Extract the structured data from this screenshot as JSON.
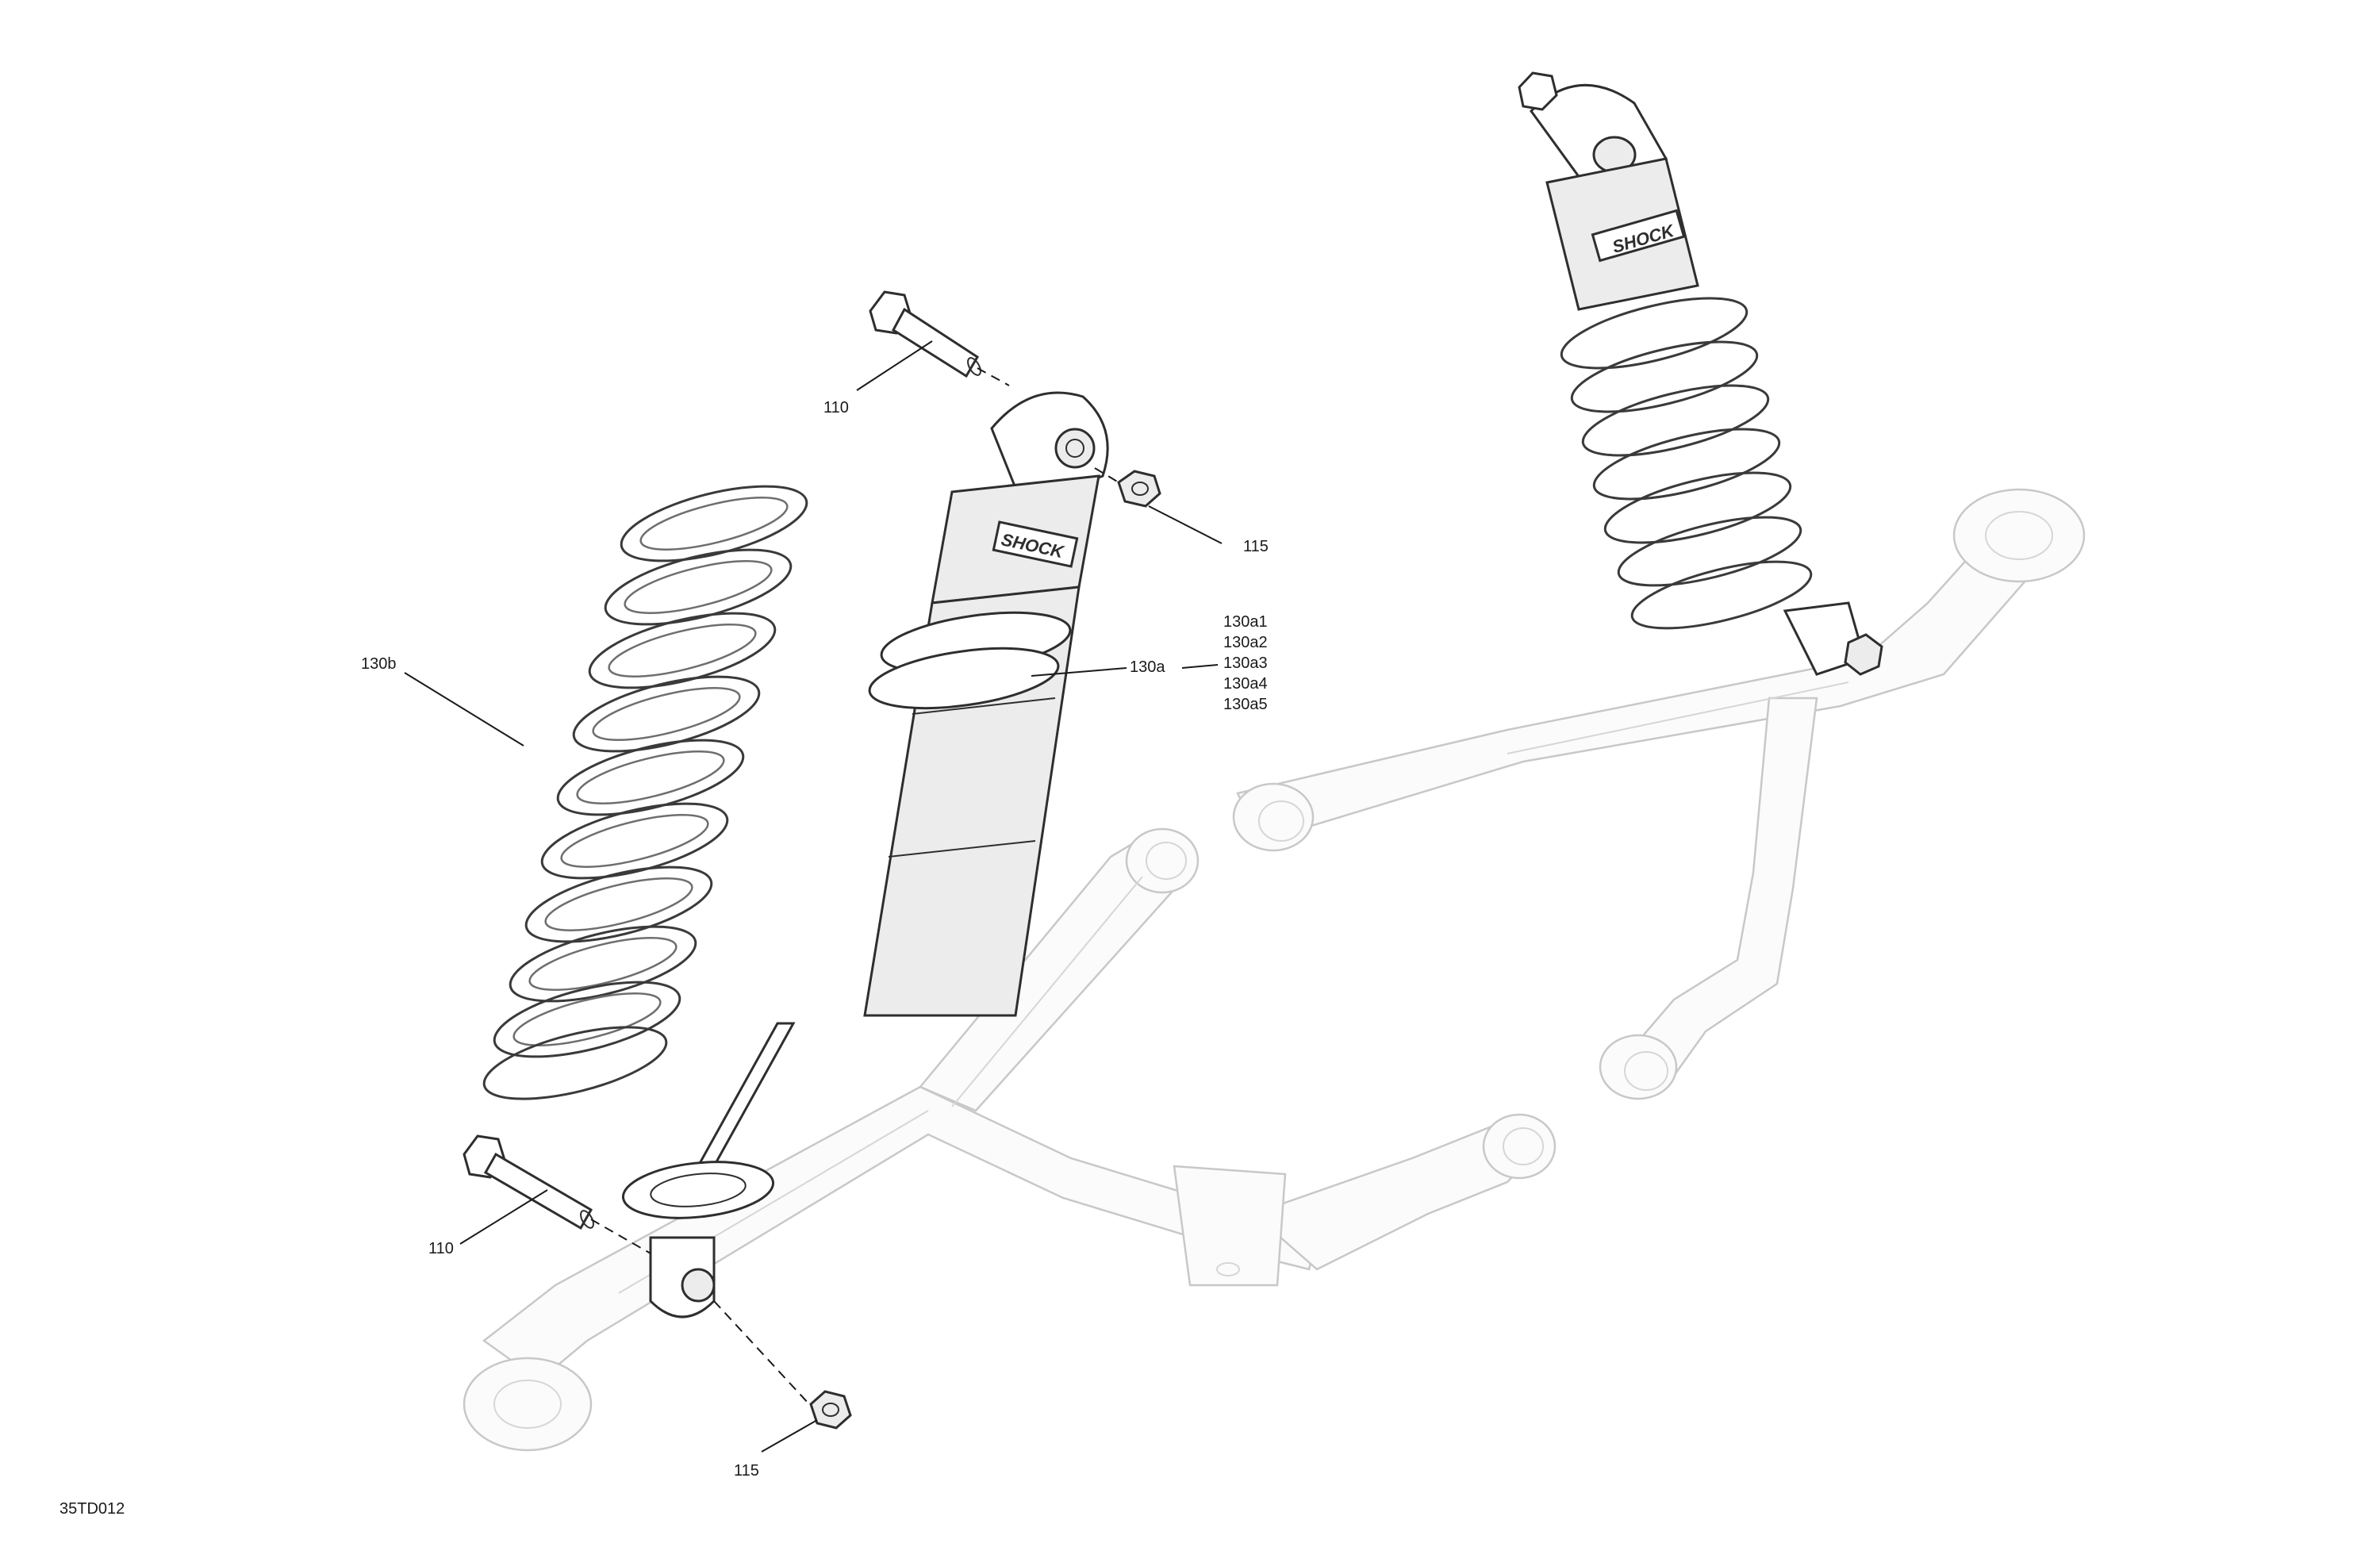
{
  "drawing_code": "35TD012",
  "callouts": {
    "bolt_upper": "110",
    "bolt_lower": "110",
    "nut_upper": "115",
    "nut_lower": "115",
    "spring": "130b",
    "ring_group": "130a",
    "ring_variants": [
      "130a1",
      "130a2",
      "130a3",
      "130a4",
      "130a5"
    ]
  },
  "shock_logo_text": "SHOCK"
}
